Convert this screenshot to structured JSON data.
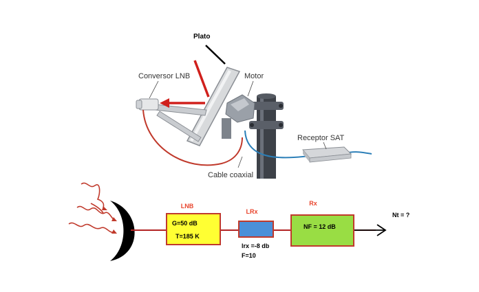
{
  "photo": {
    "labels": {
      "plato": "Plato",
      "lnb": "Conversor LNB",
      "motor": "Motor",
      "receptor": "Receptor SAT",
      "cable": "Cable coaxial"
    }
  },
  "chain": {
    "lnb": {
      "title": "LNB",
      "gain": "G=50 dB",
      "temp": "T=185 K",
      "color": "#ffff33"
    },
    "lrx": {
      "title": "LRx",
      "loss": "lrx =-8 db",
      "factor": "F=10",
      "color": "#4a90d9"
    },
    "rx": {
      "title": "Rx",
      "nf": "NF = 12 dB",
      "color": "#99dd44"
    },
    "output": "Nt = ?",
    "colors": {
      "line": "#b22222",
      "title": "#e8432b",
      "box_border": "#c0392b"
    }
  }
}
